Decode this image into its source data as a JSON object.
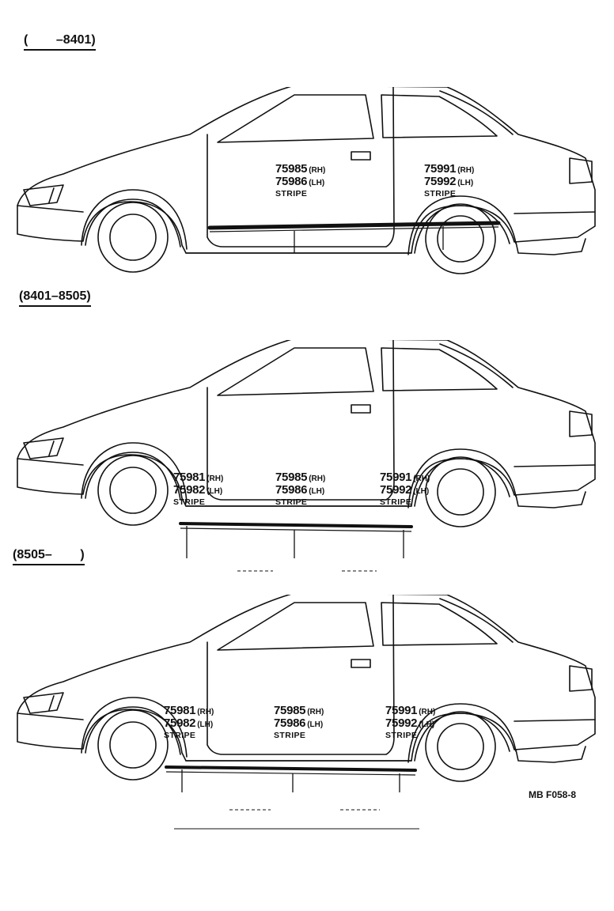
{
  "sections": [
    {
      "range_label": "(        –8401)",
      "parts": [
        {
          "rh_no": "75985",
          "rh_side": "(RH)",
          "lh_no": "75986",
          "lh_side": "(LH)",
          "stripe": "STRIPE"
        },
        {
          "rh_no": "75991",
          "rh_side": "(RH)",
          "lh_no": "75992",
          "lh_side": "(LH)",
          "stripe": "STRIPE"
        }
      ]
    },
    {
      "range_label": "(8401–8505)",
      "parts": [
        {
          "rh_no": "75981",
          "rh_side": "(RH)",
          "lh_no": "75982",
          "lh_side": "(LH)",
          "stripe": "STRIPE"
        },
        {
          "rh_no": "75985",
          "rh_side": "(RH)",
          "lh_no": "75986",
          "lh_side": "(LH)",
          "stripe": "STRIPE"
        },
        {
          "rh_no": "75991",
          "rh_side": "(RH)",
          "lh_no": "75992",
          "lh_side": "(LH)",
          "stripe": "STRIPE"
        }
      ]
    },
    {
      "range_label": "(8505–        )",
      "parts": [
        {
          "rh_no": "75981",
          "rh_side": "(RH)",
          "lh_no": "75982",
          "lh_side": "(LH)",
          "stripe": "STRIPE"
        },
        {
          "rh_no": "75985",
          "rh_side": "(RH)",
          "lh_no": "75986",
          "lh_side": "(LH)",
          "stripe": "STRIPE"
        },
        {
          "rh_no": "75991",
          "rh_side": "(RH)",
          "lh_no": "75992",
          "lh_side": "(LH)",
          "stripe": "STRIPE"
        }
      ]
    }
  ],
  "reference_code": "MB  F058-8"
}
